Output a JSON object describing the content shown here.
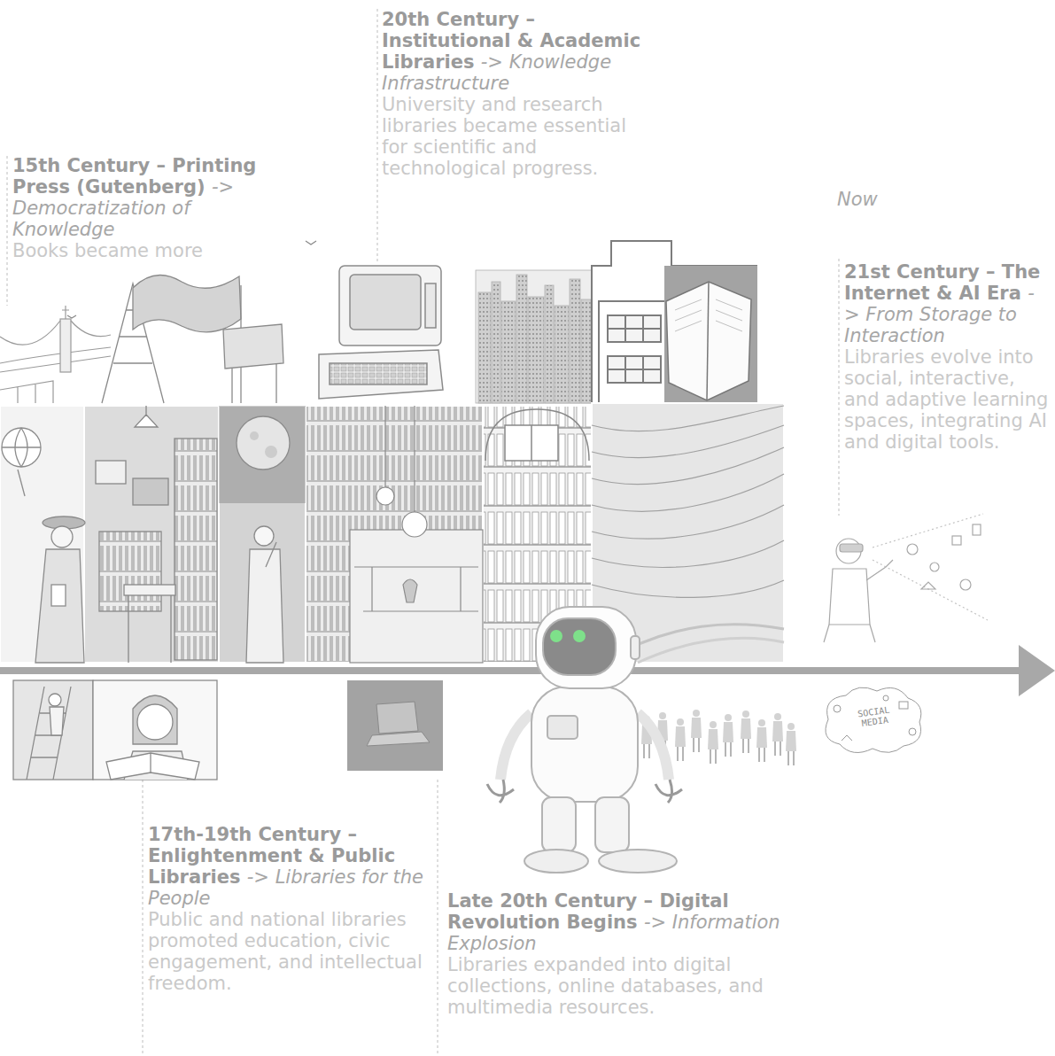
{
  "diagram": {
    "nodes": [
      {
        "text": [
          "15th Century – Printing Press (Gutenberg)",
          "-> Democratization of Knowledge",
          "Books became more"
        ]
      },
      {
        "text": [
          "17th-19th Century – Enlightenment & Public Libraries",
          "-> Libraries for the People",
          "Public and national libraries promoted education, civic engagement, and intellectual freedom."
        ]
      },
      {
        "text": [
          "20th Century – Institutional & Academic Libraries",
          "-> Knowledge Infrastructure",
          "University and research libraries became essential for scientific and technological progress."
        ]
      },
      {
        "text": [
          "Late 20th Century – Digital Revolution Begins",
          "-> Information Explosion",
          "Libraries expanded into digital collections, online databases, and multimedia resources."
        ]
      },
      {
        "text": [
          "21st Century – The Internet & AI Era",
          "-> From Storage to Interaction",
          "Libraries evolve into social, interactive, and adaptive learning spaces, integrating AI and digital tools."
        ]
      }
    ],
    "labels": [
      "Now",
      "SOCIAL MEDIA"
    ]
  }
}
